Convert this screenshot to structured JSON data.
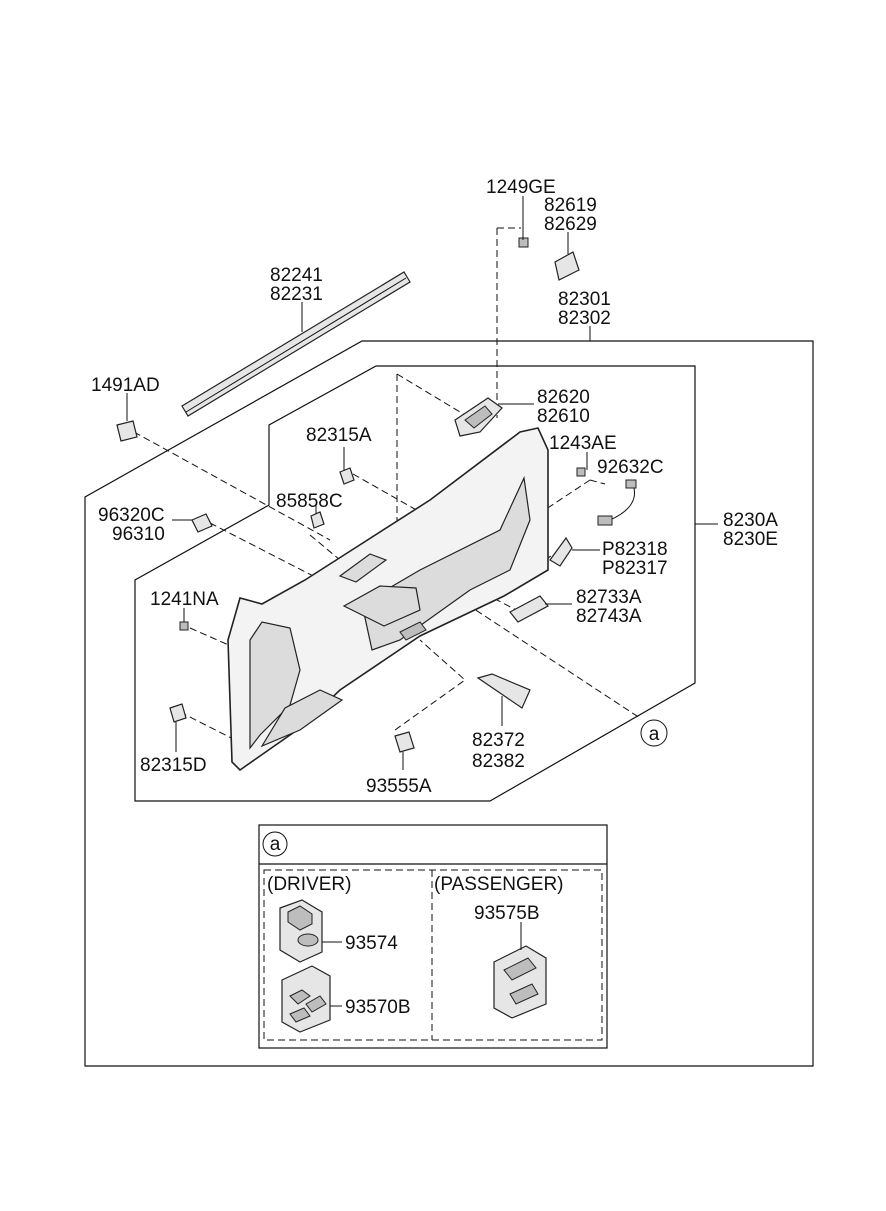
{
  "parts": {
    "p1249ge": "1249GE",
    "p82619": "82619",
    "p82629": "82629",
    "p82241": "82241",
    "p82231": "82231",
    "p82301": "82301",
    "p82302": "82302",
    "p1491ad": "1491AD",
    "p82620": "82620",
    "p82610": "82610",
    "p82315a": "82315A",
    "p1243ae": "1243AE",
    "p92632c": "92632C",
    "p85858c": "85858C",
    "p96320c": "96320C",
    "p96310": "96310",
    "p8230a": "8230A",
    "p8230e": "8230E",
    "pp82318": "P82318",
    "pp82317": "P82317",
    "p1241na": "1241NA",
    "p82733a": "82733A",
    "p82743a": "82743A",
    "p82315d": "82315D",
    "p82372": "82372",
    "p82382": "82382",
    "p93555a": "93555A",
    "p93574": "93574",
    "p93570b": "93570B",
    "p93575b": "93575B"
  },
  "callout": {
    "marker": "a"
  },
  "detail": {
    "marker": "a",
    "driver_label": "(DRIVER)",
    "passenger_label": "(PASSENGER)"
  },
  "icons": [
    "screw-icon",
    "clip-icon",
    "switch-icon",
    "bracket-icon"
  ]
}
